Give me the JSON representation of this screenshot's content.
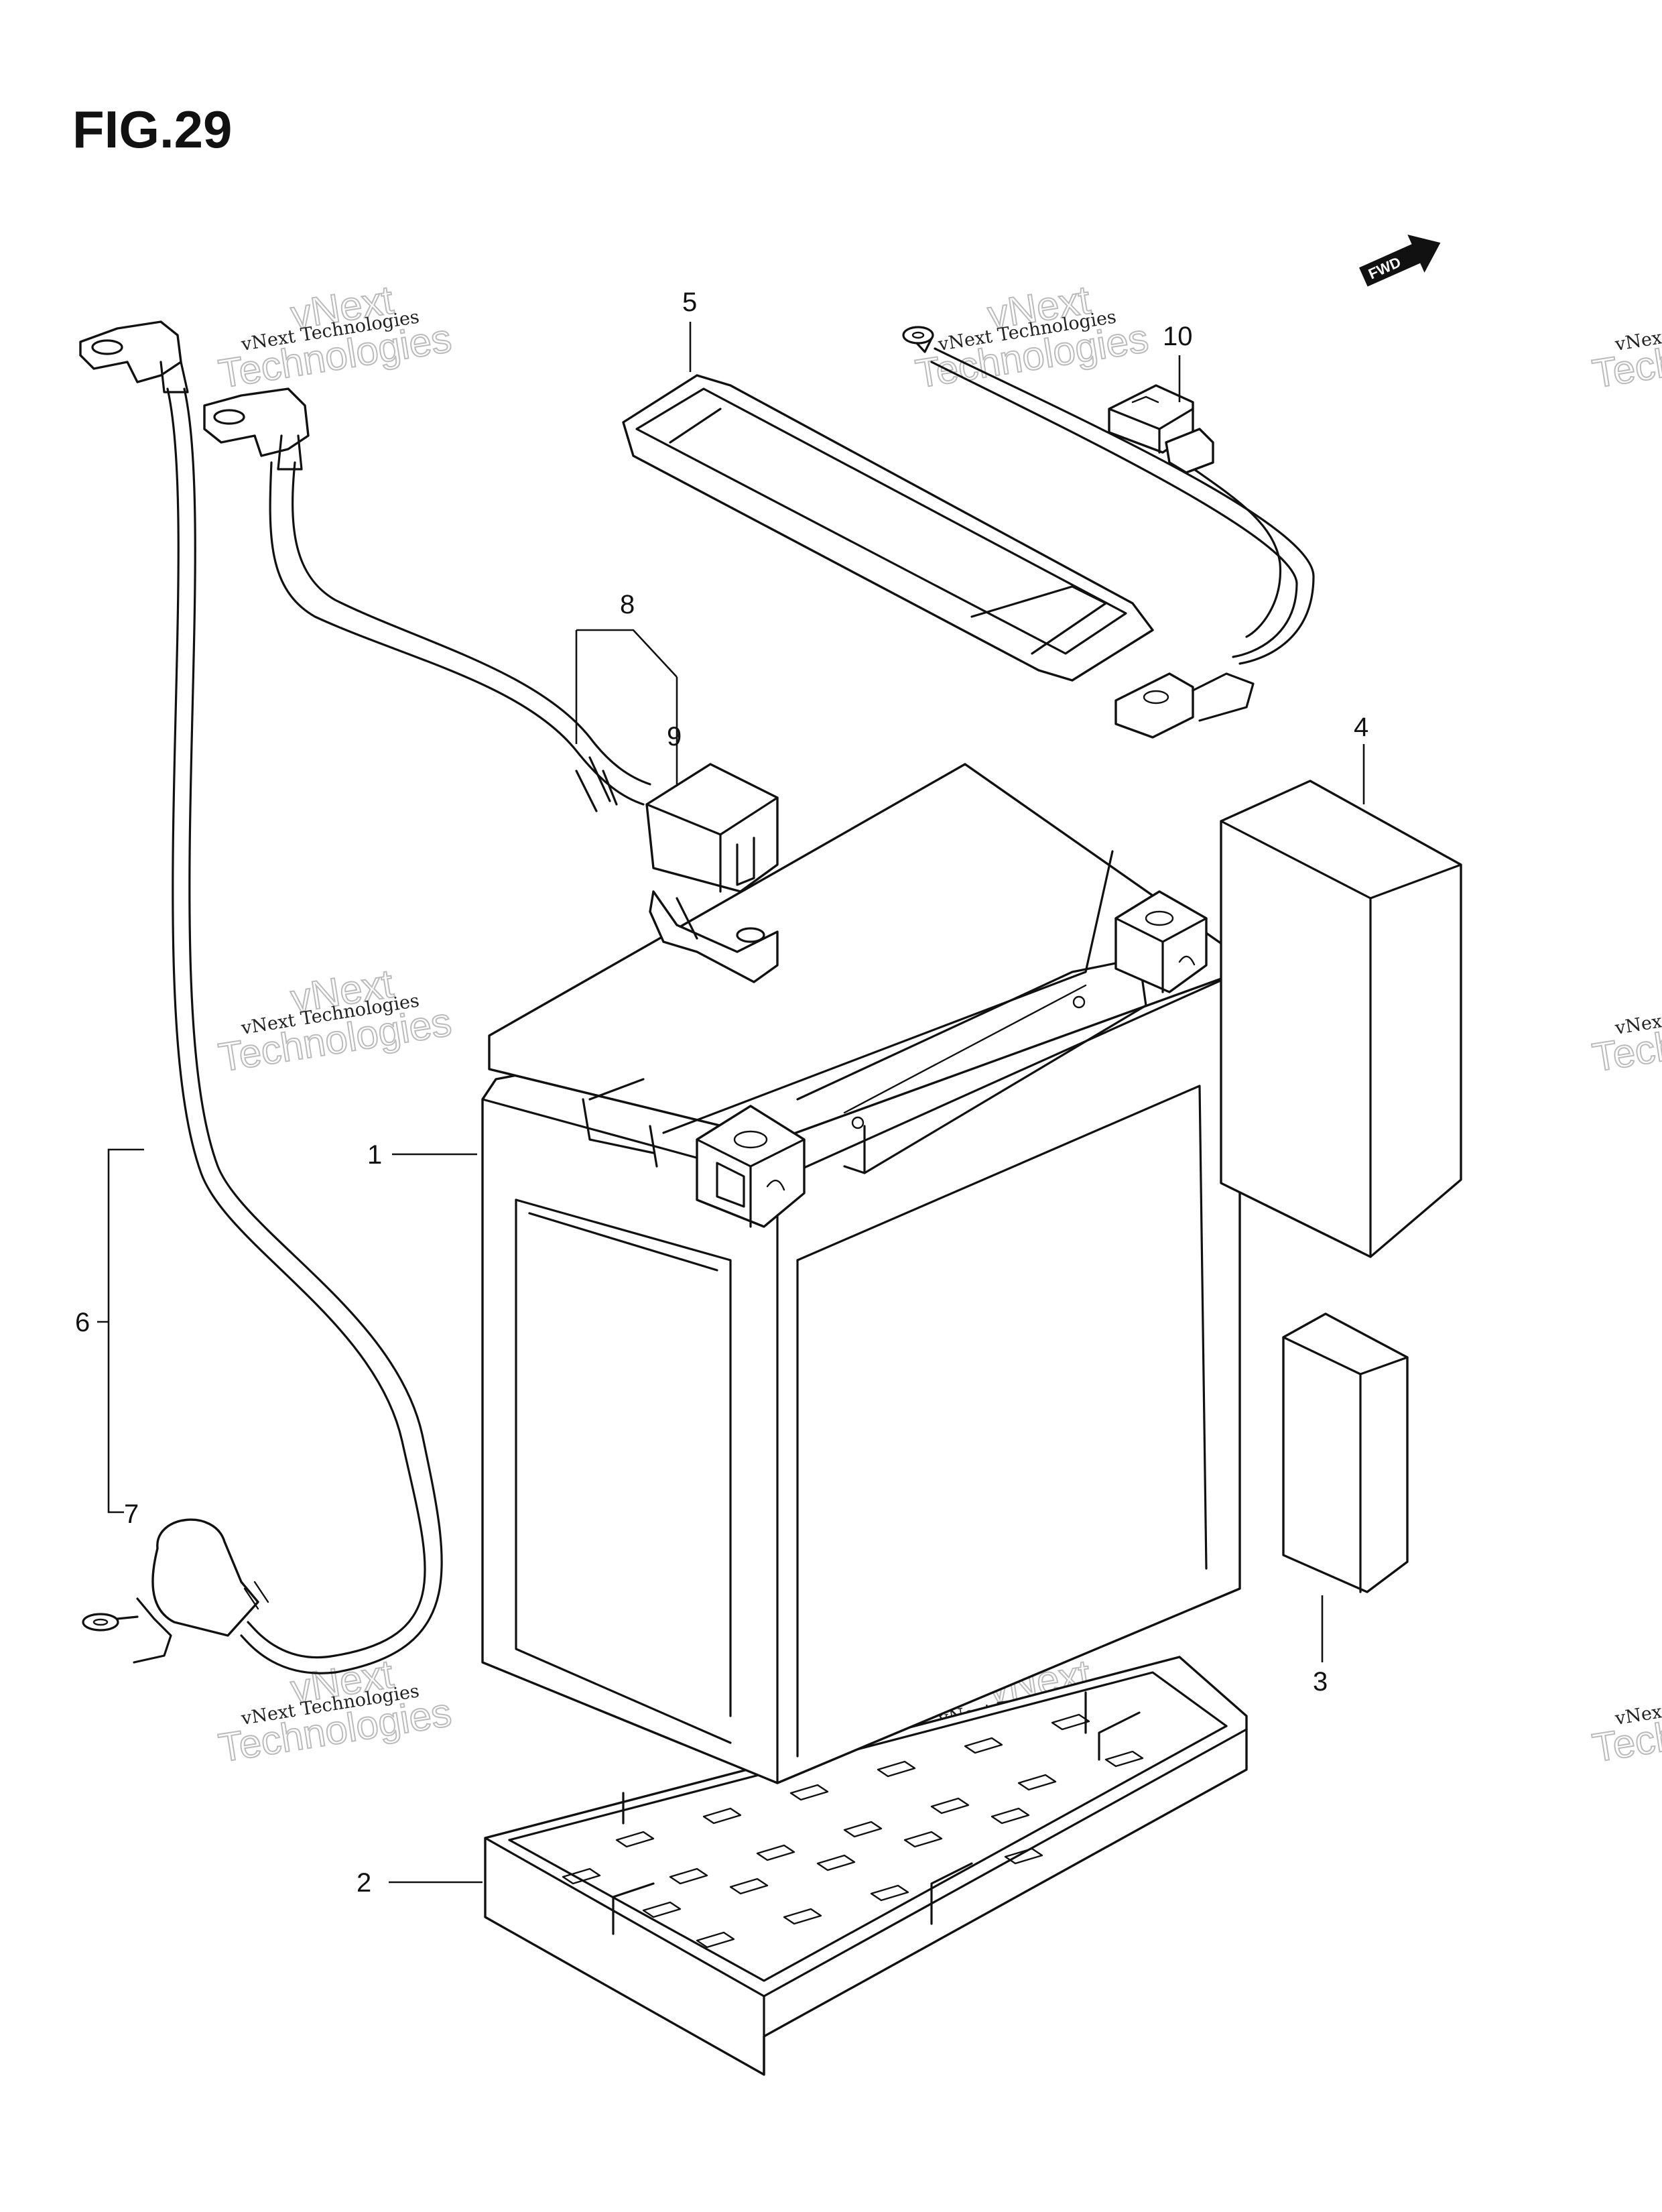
{
  "figure": {
    "title": "FIG.29"
  },
  "direction_badge": {
    "label": "FWD",
    "icon": "forward-arrow-icon"
  },
  "callouts": [
    {
      "id": "1",
      "label": "1"
    },
    {
      "id": "2",
      "label": "2"
    },
    {
      "id": "3",
      "label": "3"
    },
    {
      "id": "4",
      "label": "4"
    },
    {
      "id": "5",
      "label": "5"
    },
    {
      "id": "6",
      "label": "6"
    },
    {
      "id": "7",
      "label": "7"
    },
    {
      "id": "8",
      "label": "8"
    },
    {
      "id": "9",
      "label": "9"
    },
    {
      "id": "10",
      "label": "10"
    }
  ],
  "watermark": {
    "line1": "vNext Technologies",
    "line2": "Technologies",
    "line3": "vNext"
  }
}
